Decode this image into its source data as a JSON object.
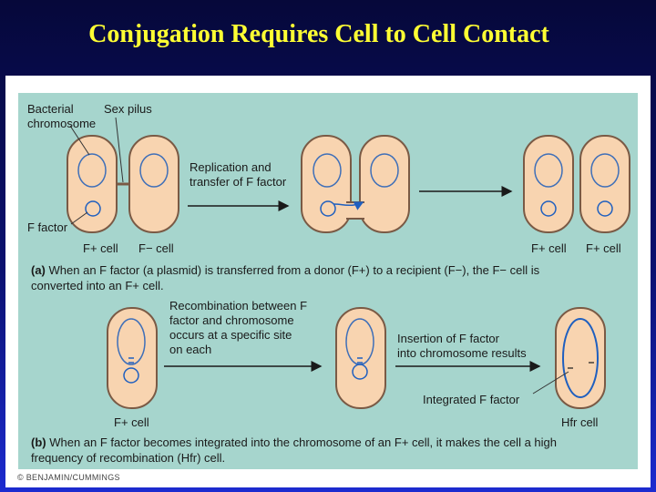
{
  "slide": {
    "title": "Conjugation Requires Cell to Cell Contact"
  },
  "figure": {
    "panel_a": {
      "label_bacterial_chromosome_1": "Bacterial",
      "label_bacterial_chromosome_2": "chromosome",
      "label_sex_pilus": "Sex pilus",
      "label_f_factor": "F factor",
      "label_f_plus_cell": "F+ cell",
      "label_f_minus_cell": "F− cell",
      "arrow_label_1": "Replication and",
      "arrow_label_2": "transfer of F factor",
      "result_label_left": "F+ cell",
      "result_label_right": "F+ cell",
      "caption_marker": "(a)",
      "caption_line1": "When an F factor (a plasmid) is transferred from a donor (F+) to a recipient (F−), the F− cell is",
      "caption_line2": "converted into an F+ cell."
    },
    "panel_b": {
      "recomb_1": "Recombination between F",
      "recomb_2": "factor and chromosome",
      "recomb_3": "occurs at a specific site",
      "recomb_4": "on each",
      "insert_1": "Insertion of F factor",
      "insert_2": "into chromosome results",
      "label_integrated": "Integrated F factor",
      "label_f_plus_cell": "F+ cell",
      "label_hfr_cell": "Hfr cell",
      "caption_marker": "(b)",
      "caption_line1": "When an F factor becomes integrated into the chromosome of an F+ cell, it makes the cell a high",
      "caption_line2": "frequency of recombination (Hfr) cell."
    },
    "credit": "© BENJAMIN/CUMMINGS"
  },
  "colors": {
    "title": "#ffff33",
    "panel": "#a6d5cd",
    "cell_fill": "#f8d4b0",
    "cell_border": "#7a5a45",
    "chromosome": "#3f6fb8"
  }
}
